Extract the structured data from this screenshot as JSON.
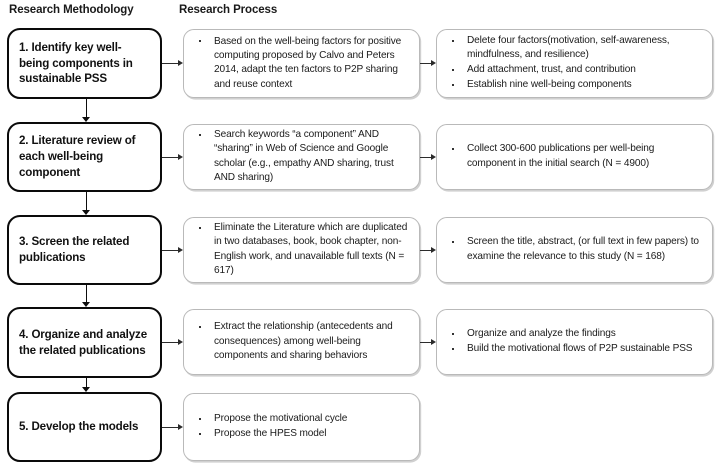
{
  "headers": {
    "methodology": "Research Methodology",
    "process": "Research Process"
  },
  "colors": {
    "stage_border": "#0a0a0a",
    "detail_border": "#b9b9b9",
    "connector": "#2b2b2b",
    "background": "#ffffff",
    "text": "#1a1a1a"
  },
  "rows": [
    {
      "stage": "1. Identify key well-being components in sustainable PSS",
      "middle": [
        "Based on the well-being factors for positive computing proposed by Calvo and Peters 2014, adapt the ten factors to P2P sharing and reuse context"
      ],
      "right": [
        "Delete four factors(motivation, self-awareness, mindfulness, and resilience)",
        "Add attachment, trust, and contribution",
        "Establish nine well-being components"
      ]
    },
    {
      "stage": "2. Literature review of each well-being component",
      "middle": [
        "Search keywords “a component” AND “sharing” in Web of Science  and Google scholar (e.g., empathy AND sharing, trust AND sharing)"
      ],
      "right": [
        "Collect 300-600 publications per well-being component in the initial search (N = 4900)"
      ]
    },
    {
      "stage": "3. Screen the related publications",
      "middle": [
        "Eliminate the Literature which are duplicated in two databases, book, book chapter, non-English work, and unavailable full texts (N = 617)"
      ],
      "right": [
        "Screen the title, abstract, (or full text in few papers) to examine the relevance to this study (N = 168)"
      ]
    },
    {
      "stage": "4. Organize and analyze the related publications",
      "middle": [
        "Extract the relationship (antecedents and consequences) among well-being components and sharing behaviors"
      ],
      "right": [
        "Organize and analyze the findings",
        "Build the motivational flows of P2P sustainable PSS"
      ]
    },
    {
      "stage": "5. Develop the models",
      "middle": [
        "Propose the motivational cycle",
        "Propose the HPES model"
      ],
      "right": []
    }
  ]
}
